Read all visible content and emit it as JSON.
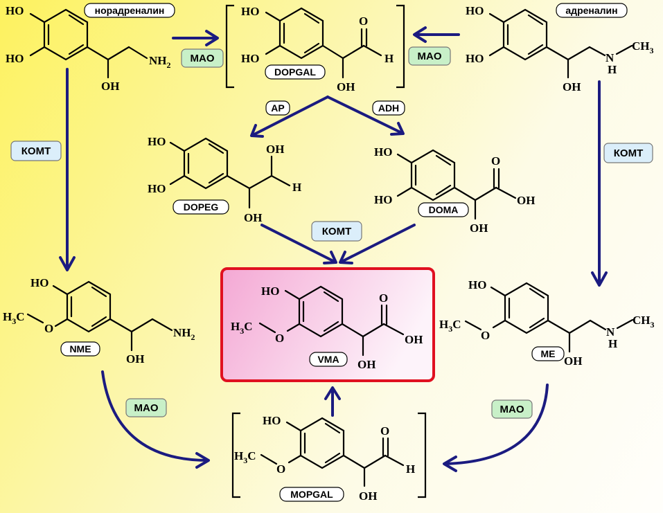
{
  "molecules": {
    "noradrenaline": {
      "name": "норадреналин"
    },
    "dopgal": {
      "name": "DOPGAL"
    },
    "adrenaline": {
      "name": "адреналин"
    },
    "dopeg": {
      "name": "DOPEG"
    },
    "doma": {
      "name": "DOMA"
    },
    "nme": {
      "name": "NME"
    },
    "vma": {
      "name": "VMA"
    },
    "me": {
      "name": "ME"
    },
    "mopgal": {
      "name": "MOPGAL"
    }
  },
  "enzymes": {
    "mao": "MAO",
    "komt": "КОМТ",
    "ap": "AP",
    "adh": "ADH"
  },
  "atoms": {
    "ho": "HO",
    "oh": "OH",
    "o": "O",
    "h": "H",
    "n": "N",
    "nh": "NH",
    "sub2": "2",
    "ch": "CH",
    "sub3": "3",
    "hc": "H",
    "c": "C"
  },
  "colors": {
    "arrow": "#1b1b80",
    "highlight_border": "#e01020",
    "highlight_fill_start": "#f4a8d4",
    "background_start": "#fdf25e"
  }
}
